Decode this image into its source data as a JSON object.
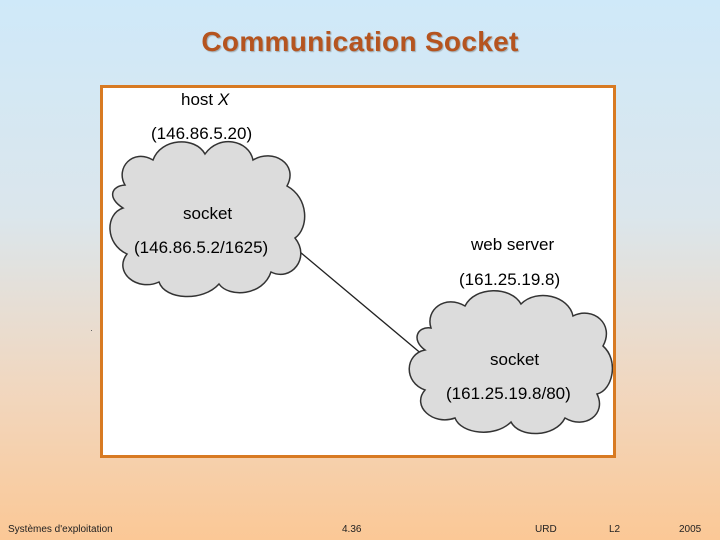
{
  "slide": {
    "title": "Communication Socket"
  },
  "diagram": {
    "host_label": "host",
    "host_var": "X",
    "host_ip": "(146.86.5.20)",
    "host_socket_label": "socket",
    "host_socket_addr": "(146.86.5.2/1625)",
    "server_label": "web server",
    "server_ip": "(161.25.19.8)",
    "server_socket_label": "socket",
    "server_socket_addr": "(161.25.19.8/80)",
    "colors": {
      "frame": "#d87a22",
      "cloud_fill": "#dcdcdc",
      "cloud_stroke": "#333333",
      "title": "#b5541f"
    }
  },
  "footer": {
    "course": "Systèmes d'exploitation",
    "page": "4.36",
    "school": "URD",
    "level": "L2",
    "year": "2005"
  }
}
